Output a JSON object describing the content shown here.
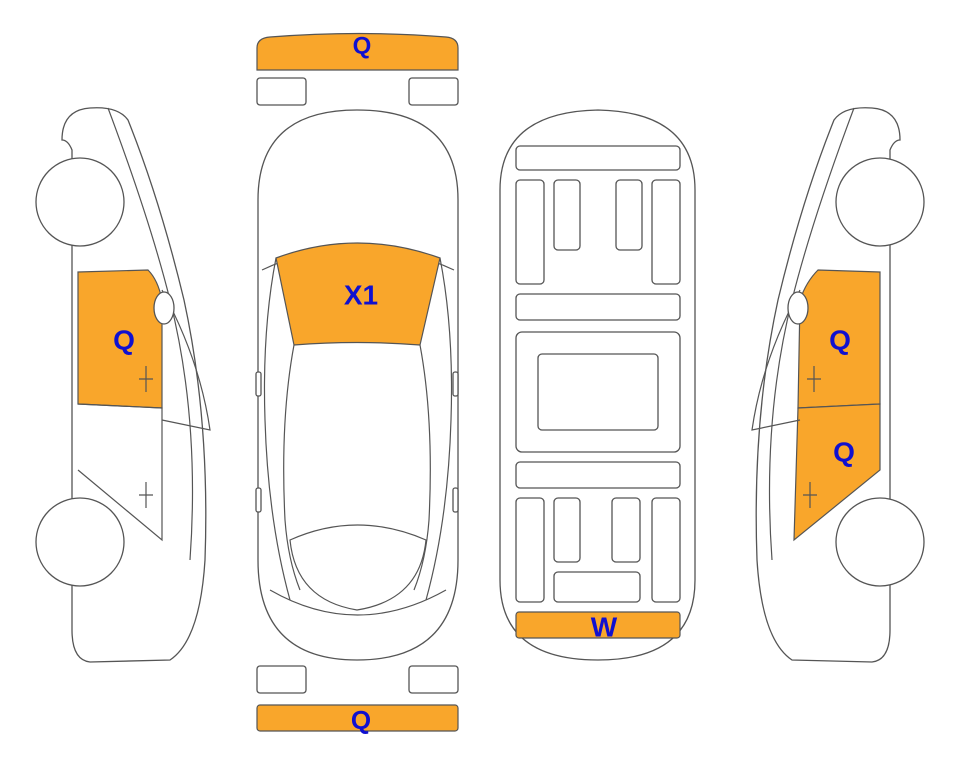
{
  "colors": {
    "damage_fill": "#f9a62b",
    "label_text": "#1010d0",
    "outline": "#555555",
    "background": "#ffffff"
  },
  "marks": {
    "front_bumper": "Q",
    "windshield": "X1",
    "left_side_door": "Q",
    "right_front_door": "Q",
    "right_rear_door": "Q",
    "rear_bumper": "Q",
    "underbody_rear": "W"
  }
}
